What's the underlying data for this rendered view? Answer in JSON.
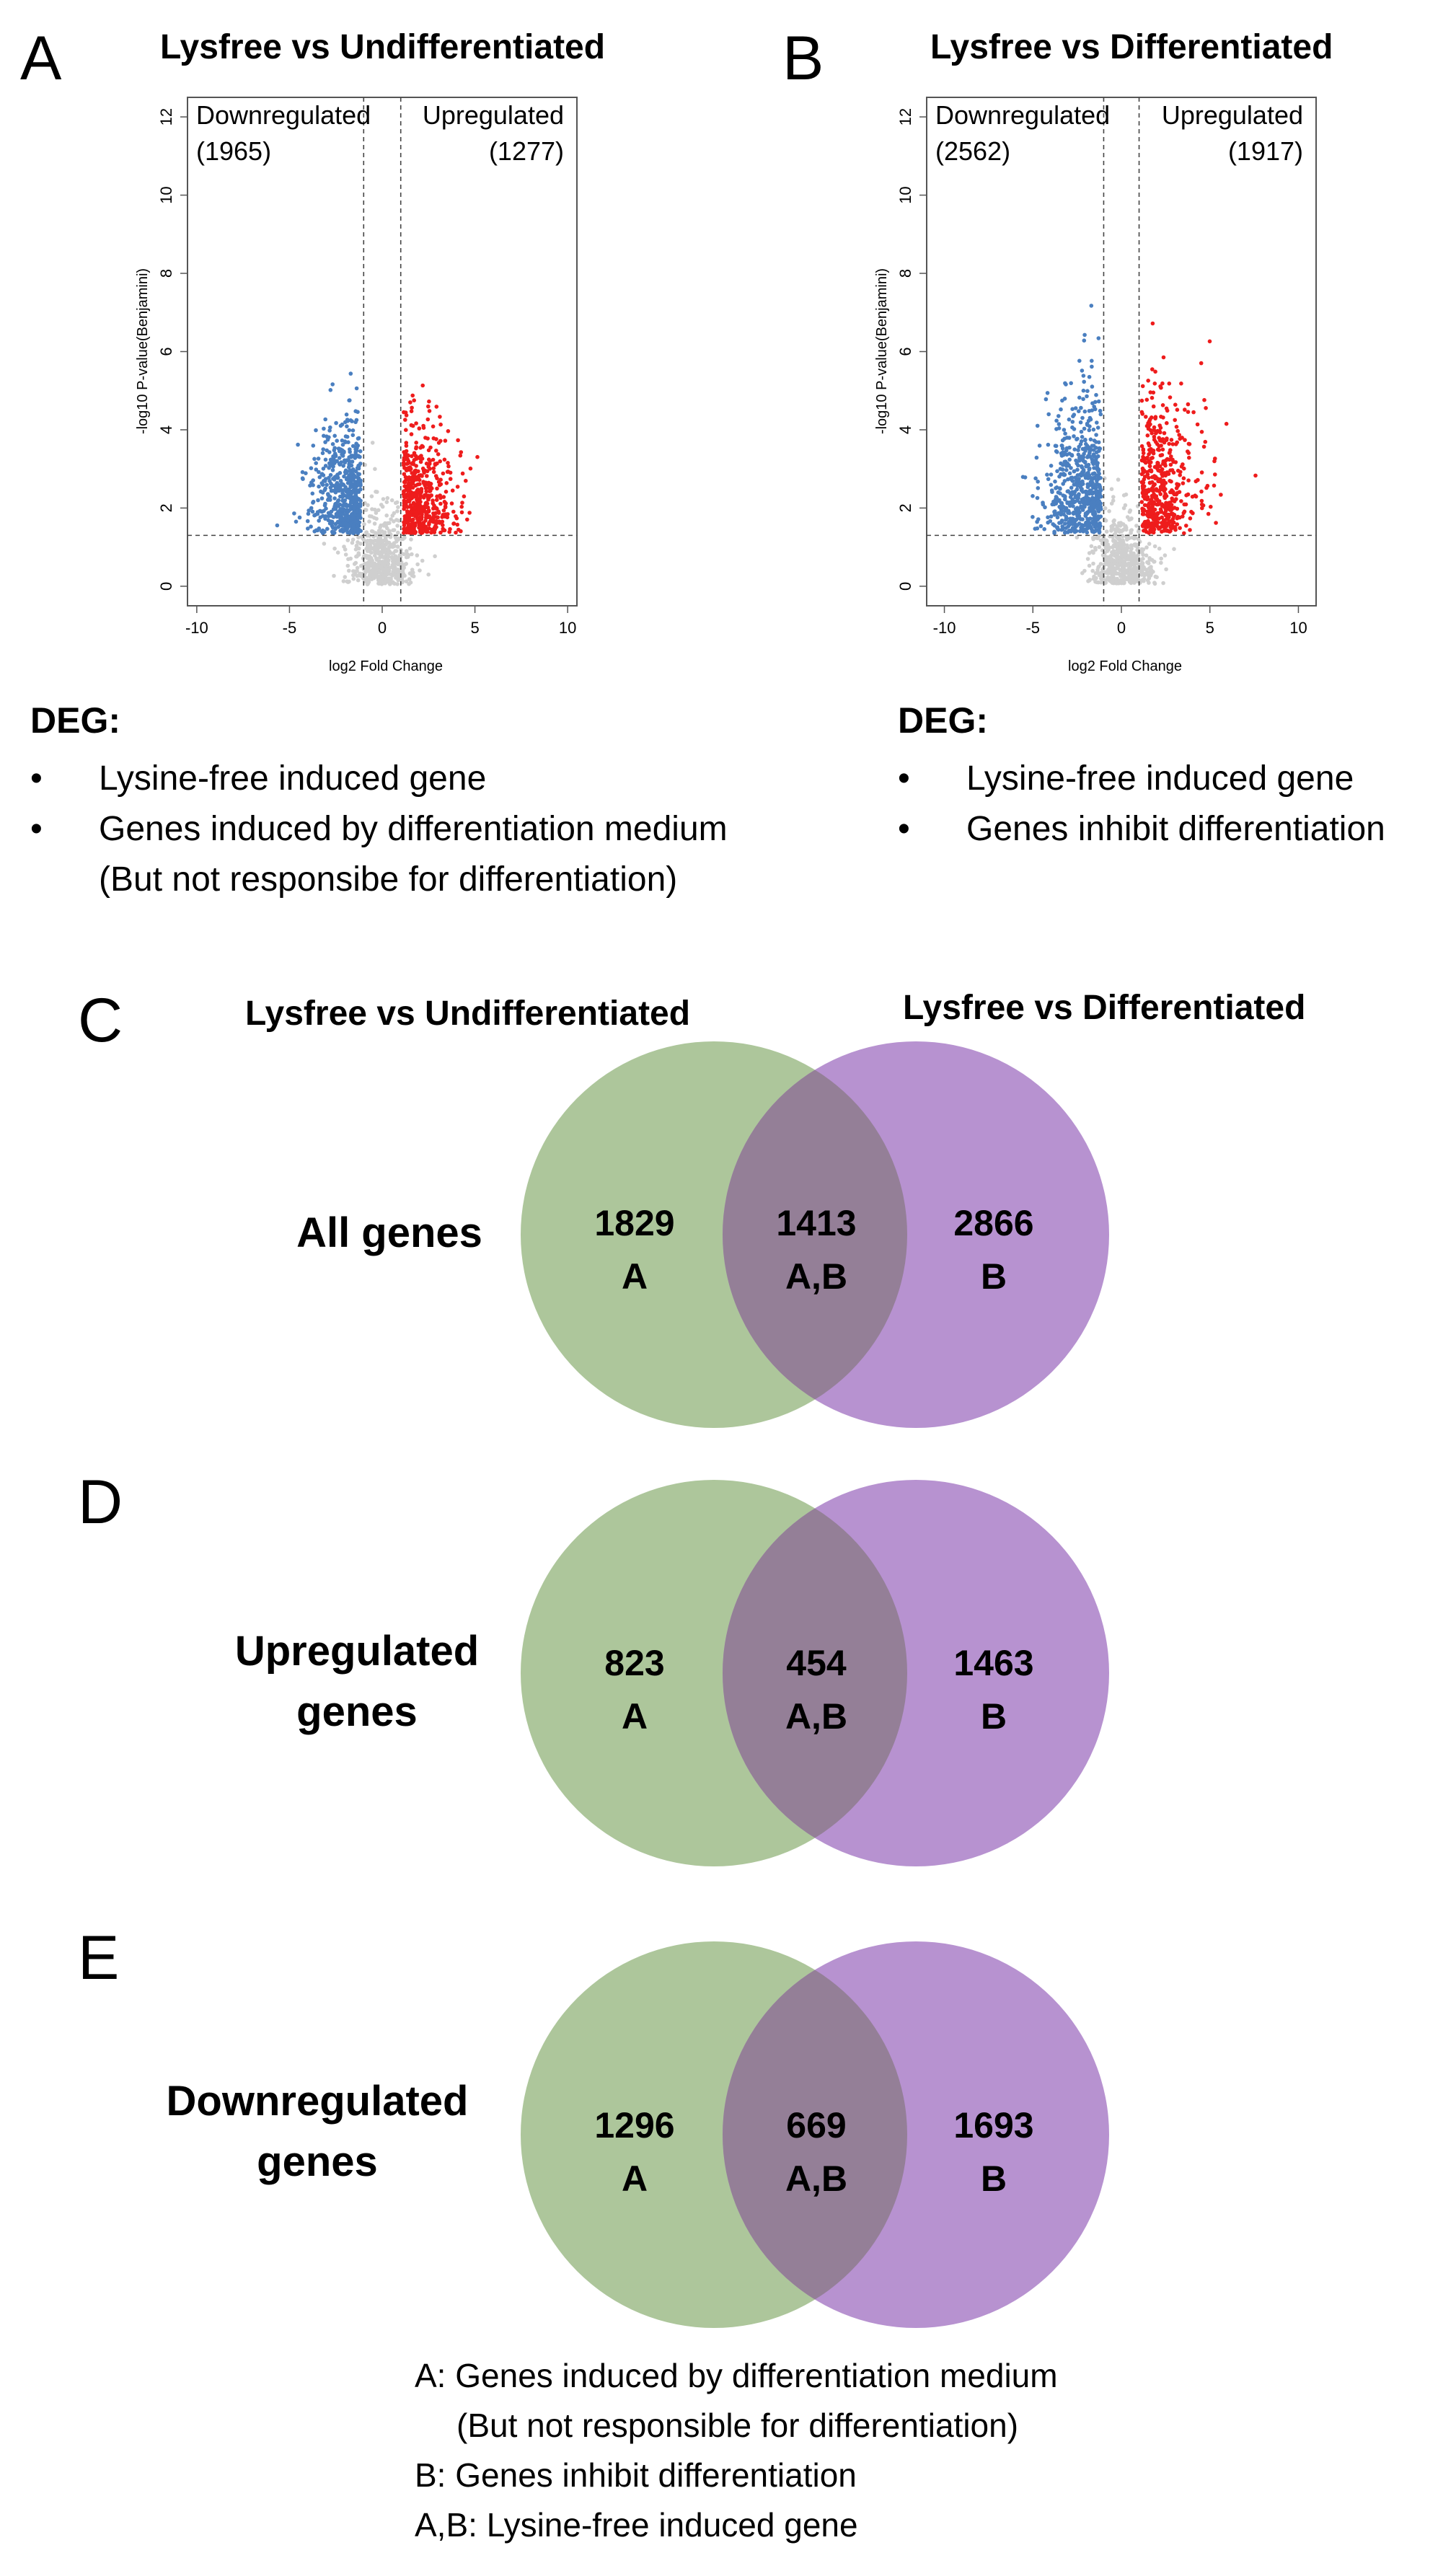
{
  "panels": {
    "a": {
      "letter": "A",
      "title": "Lysfree vs Undifferentiated",
      "down_label": "Downregulated",
      "down_count": "(1965)",
      "up_label": "Upregulated",
      "up_count": "(1277)",
      "ylabel": "-log10 P-value(Benjamini)",
      "xlabel": "log2 Fold Change",
      "deg_title": "DEG:",
      "deg_items": [
        "Lysine-free induced gene",
        "Genes induced by differentiation medium"
      ],
      "deg_continuation": "(But not responsibe for differentiation)"
    },
    "b": {
      "letter": "B",
      "title": "Lysfree vs Differentiated",
      "down_label": "Downregulated",
      "down_count": "(2562)",
      "up_label": "Upregulated",
      "up_count": "(1917)",
      "ylabel": "-log10 P-value(Benjamini)",
      "xlabel": "log2 Fold Change",
      "deg_title": "DEG:",
      "deg_items": [
        "Lysine-free induced gene",
        "Genes inhibit differentiation"
      ]
    },
    "c": {
      "letter": "C",
      "left_title": "Lysfree vs Undifferentiated",
      "right_title": "Lysfree vs Differentiated"
    },
    "d": {
      "letter": "D"
    },
    "e": {
      "letter": "E"
    }
  },
  "chart_data": [
    {
      "type": "scatter",
      "title": "Lysfree vs Undifferentiated",
      "xlabel": "log2 Fold Change",
      "ylabel": "-log10 P-value(Benjamini)",
      "xlim": [
        -10.5,
        10.5
      ],
      "ylim": [
        -0.5,
        12.5
      ],
      "x_ticks": [
        "-10",
        "-5",
        "0",
        "5",
        "10"
      ],
      "y_ticks": [
        "0",
        "2",
        "4",
        "6",
        "8",
        "10",
        "12"
      ],
      "thresholds": {
        "fold_change": [
          -1,
          1
        ],
        "p_value": 1.3
      },
      "series": [
        {
          "name": "Downregulated",
          "count": 1965,
          "color": "#4a7fc0"
        },
        {
          "name": "Upregulated",
          "count": 1277,
          "color": "#ee1c1c"
        },
        {
          "color": "#cfcfcf"
        }
      ]
    },
    {
      "type": "scatter",
      "title": "Lysfree vs Differentiated",
      "xlabel": "log2 Fold Change",
      "ylabel": "-log10 P-value(Benjamini)",
      "xlim": [
        -11,
        11
      ],
      "ylim": [
        -0.5,
        12.5
      ],
      "x_ticks": [
        "-10",
        "-5",
        "0",
        "5",
        "10"
      ],
      "y_ticks": [
        "0",
        "2",
        "4",
        "6",
        "8",
        "10",
        "12"
      ],
      "thresholds": {
        "fold_change": [
          -1,
          1
        ],
        "p_value": 1.3
      },
      "series": [
        {
          "name": "Downregulated",
          "count": 2562,
          "color": "#4a7fc0"
        },
        {
          "name": "Upregulated",
          "count": 1917,
          "color": "#ee1c1c"
        },
        {
          "color": "#cfcfcf"
        }
      ]
    }
  ],
  "venns": [
    {
      "id": "c",
      "label_lines": [
        "All genes"
      ],
      "a_only": "1829",
      "both": "1413",
      "b_only": "2866"
    },
    {
      "id": "d",
      "label_lines": [
        "Upregulated",
        "genes"
      ],
      "a_only": "823",
      "both": "454",
      "b_only": "1463"
    },
    {
      "id": "e",
      "label_lines": [
        "Downregulated",
        "genes"
      ],
      "a_only": "1296",
      "both": "669",
      "b_only": "1693"
    }
  ],
  "venn_region_labels": {
    "a": "A",
    "both": "A,B",
    "b": "B"
  },
  "colors": {
    "left_circle": "#adc69b",
    "right_circle": "#b792d0",
    "overlap": "#947f97"
  },
  "legend": [
    "A: Genes induced by differentiation medium",
    "(But not responsible for differentiation)",
    "B: Genes inhibit differentiation",
    "A,B:  Lysine-free induced gene"
  ],
  "bullet_char": "•"
}
